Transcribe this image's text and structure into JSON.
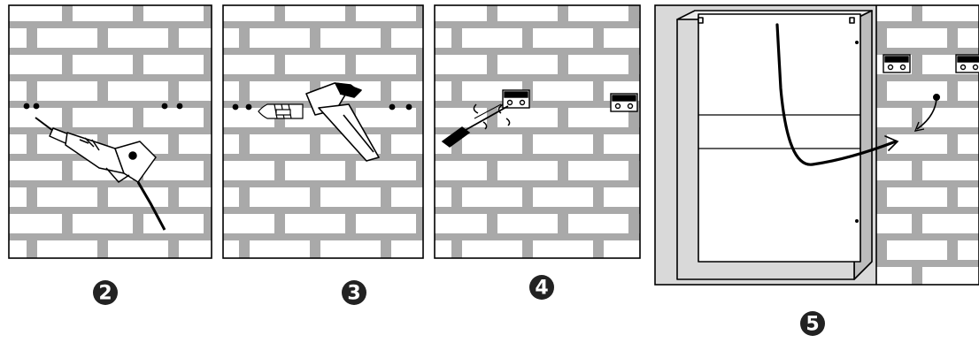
{
  "steps": [
    {
      "number": "2",
      "action": "drill-holes",
      "icon": "drill-icon"
    },
    {
      "number": "3",
      "action": "insert-wall-plugs",
      "icon": "hammer-icon"
    },
    {
      "number": "4",
      "action": "screw-brackets",
      "icon": "screwdriver-icon"
    },
    {
      "number": "5",
      "action": "hang-cabinet",
      "icon": "cabinet-icon"
    }
  ],
  "colors": {
    "mortar": "#a9a9a9",
    "brick": "#ffffff",
    "outline": "#000000",
    "cabinet_frame": "#d9d9d9",
    "badge": "#222222"
  }
}
